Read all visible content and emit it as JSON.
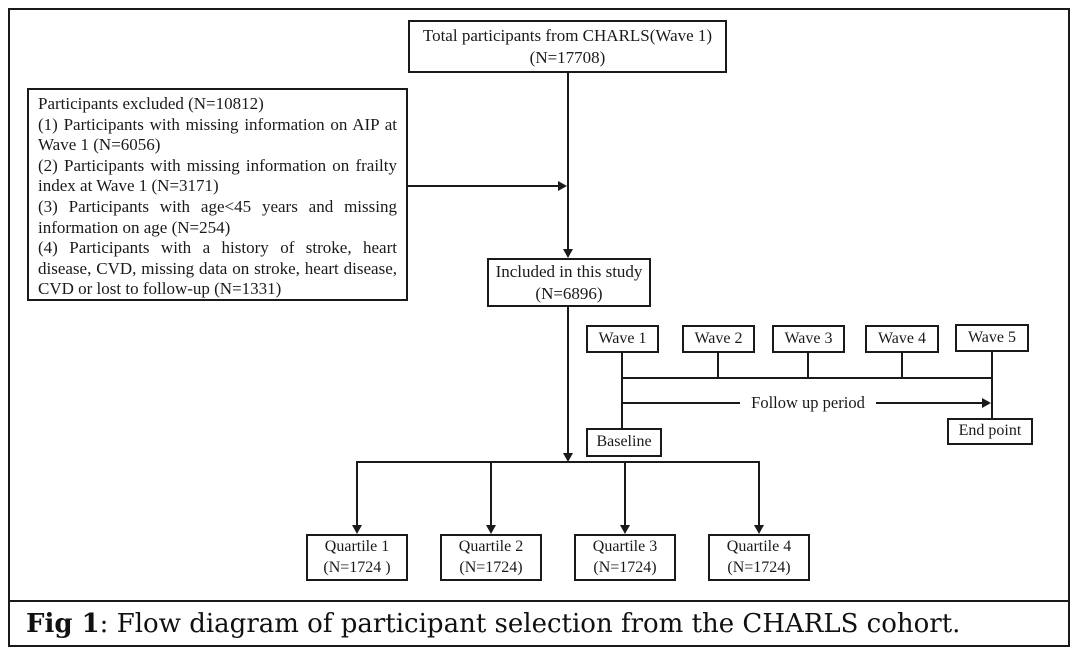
{
  "colors": {
    "line": "#1a1a1a",
    "background": "#ffffff"
  },
  "diagram": {
    "top_box": {
      "line1": "Total participants from CHARLS(Wave 1)",
      "line2": "(N=17708)"
    },
    "excluded_box": {
      "lines": [
        "Participants excluded (N=10812)",
        "(1) Participants with missing information on AIP at Wave 1 (N=6056)",
        "(2) Participants with missing information on frailty index at Wave 1 (N=3171)",
        "(3) Participants with age<45 years and  missing information on age (N=254)",
        "(4) Participants with a history of stroke, heart disease, CVD, missing data on stroke, heart disease, CVD or lost to follow-up (N=1331)"
      ]
    },
    "included_box": {
      "line1": "Included in this study",
      "line2": "(N=6896)"
    },
    "waves": [
      "Wave 1",
      "Wave 2",
      "Wave 3",
      "Wave 4",
      "Wave 5"
    ],
    "followup_label": "Follow up period",
    "baseline_label": "Baseline",
    "endpoint_label": "End point",
    "quartiles": [
      {
        "line1": "Quartile 1",
        "line2": "(N=1724 )"
      },
      {
        "line1": "Quartile 2",
        "line2": "(N=1724)"
      },
      {
        "line1": "Quartile 3",
        "line2": "(N=1724)"
      },
      {
        "line1": "Quartile 4",
        "line2": "(N=1724)"
      }
    ]
  },
  "caption": {
    "prefix": "Fig 1",
    "rest": ": Flow diagram of participant selection from the CHARLS cohort."
  }
}
